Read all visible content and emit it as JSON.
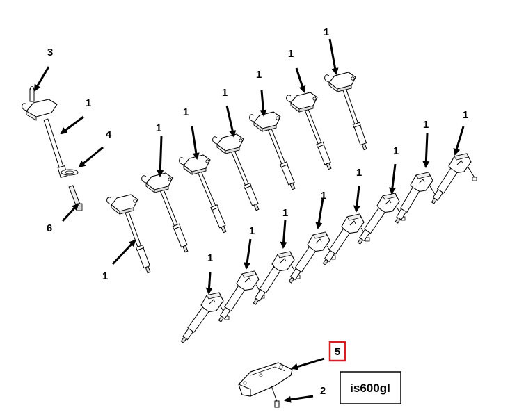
{
  "callouts": {
    "coil_label": "1",
    "spark_plug_label": "2",
    "item3_label": "3",
    "item4_label": "4",
    "cover_label": "5",
    "item6_label": "6"
  },
  "model_code": "is600gl",
  "colors": {
    "line": "#000000",
    "highlight_box": "#d42020",
    "background": "#ffffff"
  }
}
